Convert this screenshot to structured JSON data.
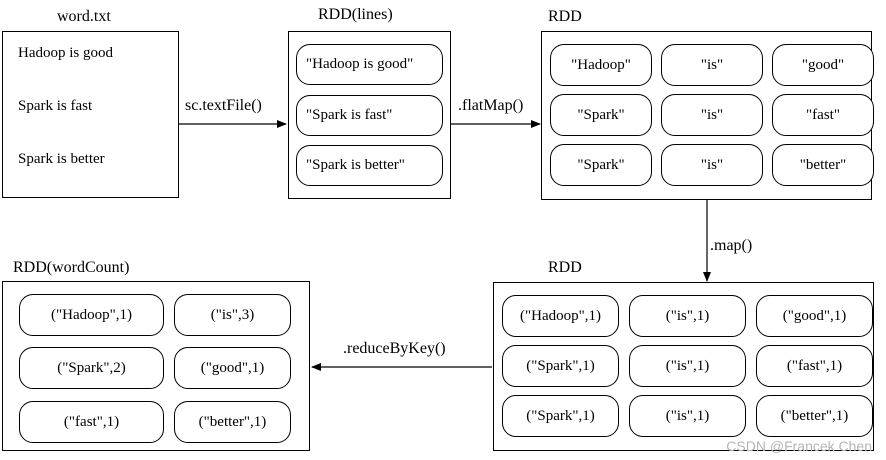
{
  "word_file": {
    "title": "word.txt",
    "lines": [
      "Hadoop is good",
      "Spark is fast",
      "Spark is better"
    ]
  },
  "rdd_lines": {
    "title": "RDD(lines)",
    "items": [
      "\"Hadoop is good\"",
      "\"Spark is fast\"",
      "\"Spark is better\""
    ]
  },
  "rdd_words": {
    "title": "RDD",
    "items": [
      "\"Hadoop\"",
      "\"is\"",
      "\"good\"",
      "\"Spark\"",
      "\"is\"",
      "\"fast\"",
      "\"Spark\"",
      "\"is\"",
      "\"better\""
    ]
  },
  "rdd_pairs": {
    "title": "RDD",
    "items": [
      "(\"Hadoop\",1)",
      "(\"is\",1)",
      "(\"good\",1)",
      "(\"Spark\",1)",
      "(\"is\",1)",
      "(\"fast\",1)",
      "(\"Spark\",1)",
      "(\"is\",1)",
      "(\"better\",1)"
    ]
  },
  "rdd_wordcount": {
    "title": "RDD(wordCount)",
    "items": [
      "(\"Hadoop\",1)",
      "(\"is\",3)",
      "(\"Spark\",2)",
      "(\"good\",1)",
      "(\"fast\",1)",
      "(\"better\",1)"
    ]
  },
  "operations": {
    "text_file": "sc.textFile()",
    "flat_map": ".flatMap()",
    "map": ".map()",
    "reduce_by_key": ".reduceByKey()"
  },
  "watermark": "CSDN @Francek Chen"
}
